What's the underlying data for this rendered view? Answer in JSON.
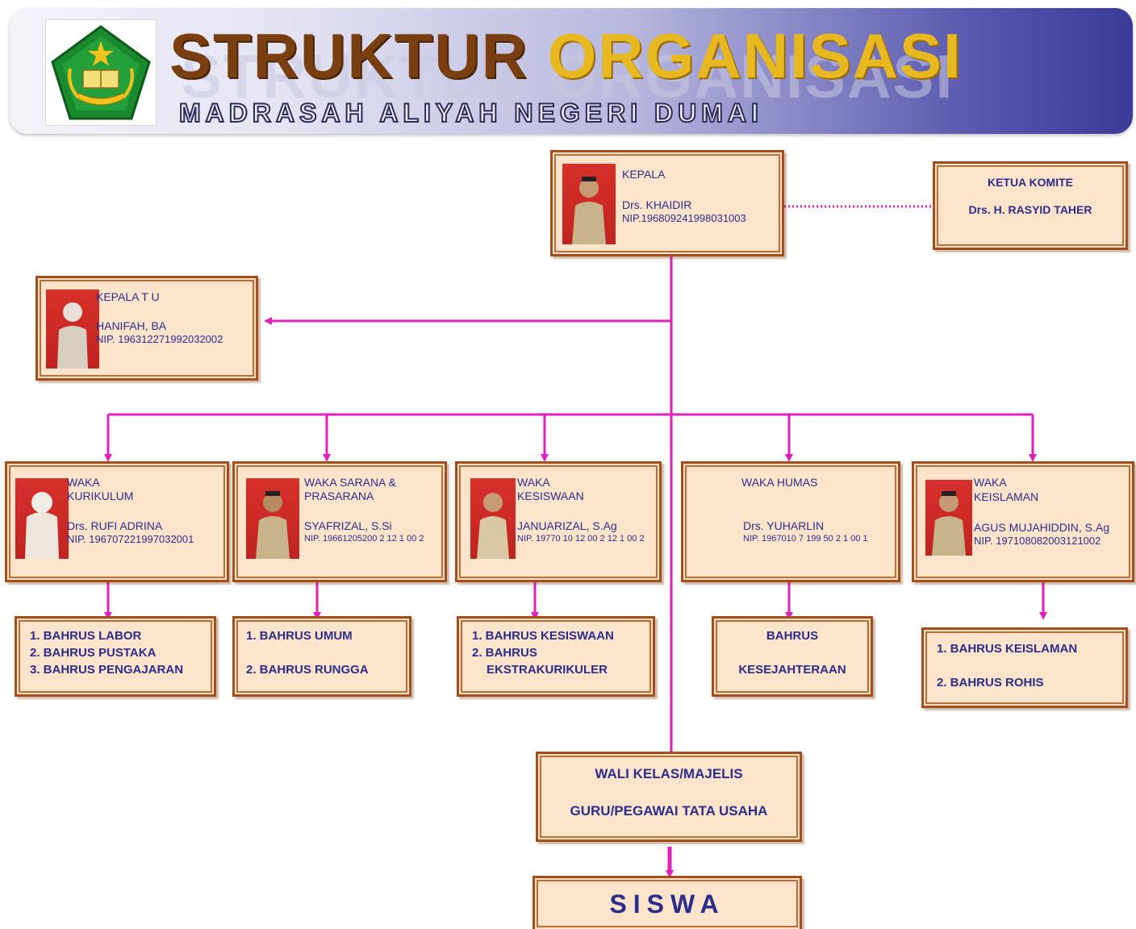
{
  "header": {
    "title_word1": "STRUKTUR",
    "title_word2": "ORGANISASI",
    "subtitle": "MADRASAH ALIYAH NEGERI DUMAI"
  },
  "kepala": {
    "role": "KEPALA",
    "name": "Drs. KHAIDIR",
    "nip": "NIP.196809241998031003"
  },
  "komite": {
    "role": "KETUA KOMITE",
    "name": "Drs. H. RASYID TAHER"
  },
  "kepala_tu": {
    "role": "KEPALA T U",
    "name": "HANIFAH, BA",
    "nip": "NIP. 196312271992032002"
  },
  "waka": [
    {
      "role1": "WAKA",
      "role2": "KURIKULUM",
      "name": "Drs. RUFI ADRINA",
      "nip": "NIP. 196707221997032001"
    },
    {
      "role1": "WAKA  SARANA  &",
      "role2": "PRASARANA",
      "name": "SYAFRIZAL, S.Si",
      "nip": "NIP. 19661205200 2 12 1 00 2"
    },
    {
      "role1": "WAKA",
      "role2": "KESISWAAN",
      "name": "JANUARIZAL, S.Ag",
      "nip": "NIP. 19770 10 12 00 2 12 1 00 2"
    },
    {
      "role1": "WAKA  HUMAS",
      "role2": "",
      "name": "Drs. YUHARLIN",
      "nip": "NIP. 1967010 7 199 50 2 1 00 1"
    },
    {
      "role1": "WAKA",
      "role2": "KEISLAMAN",
      "name": "AGUS MUJAHIDDIN, S.Ag",
      "nip": "NIP. 197108082003121002"
    }
  ],
  "bahrus": [
    {
      "line1": "1. BAHRUS LABOR",
      "line2": "2. BAHRUS PUSTAKA",
      "line3": "3. BAHRUS PENGAJARAN"
    },
    {
      "line1": "1. BAHRUS UMUM",
      "line2": "",
      "line3": "2. BAHRUS RUNGGA"
    },
    {
      "line1": "1. BAHRUS KESISWAAN",
      "line2": "2. BAHRUS",
      "line3": "EKSTRAKURIKULER"
    },
    {
      "line1": "BAHRUS",
      "line2": "",
      "line3": "KESEJAHTERAAN"
    },
    {
      "line1": "1. BAHRUS KEISLAMAN",
      "line2": "",
      "line3": "2. BAHRUS ROHIS"
    }
  ],
  "wali": {
    "line1": "WALI KELAS/MAJELIS",
    "line2": "GURU/PEGAWAI TATA USAHA"
  },
  "siswa": {
    "label": "SISWA"
  },
  "colors": {
    "connector": "#e020b8",
    "box_fill": "#fde4cb",
    "box_border": "#a34e1d",
    "text": "#2c2c8a"
  }
}
